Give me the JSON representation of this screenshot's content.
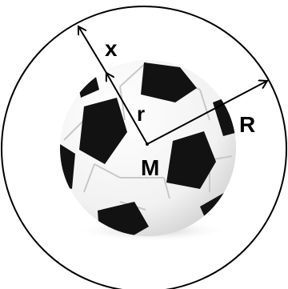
{
  "labels": {
    "x": "x",
    "r": "r",
    "R": "R",
    "center": "M"
  },
  "colors": {
    "outline": "#000000",
    "ball_white": "#f7f7f7",
    "ball_panel": "#121212",
    "shadow": "#cfcfcf"
  },
  "icons": {
    "ball": "soccer-ball-icon"
  }
}
